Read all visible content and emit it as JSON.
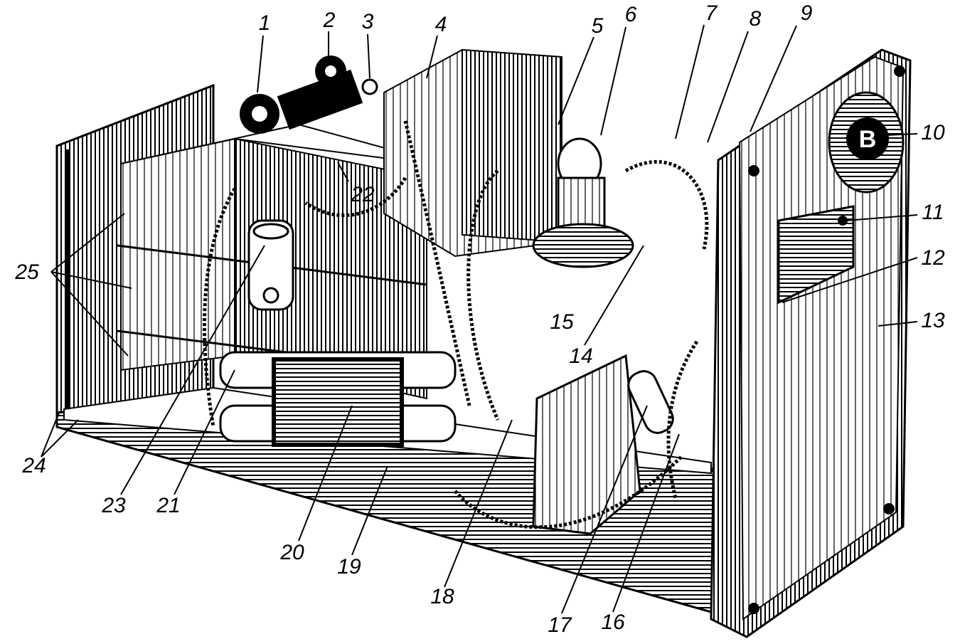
{
  "figure": {
    "background": "#ffffff",
    "ink": "#000000",
    "parts_depicted": [
      "chassis-box",
      "transformer-block",
      "top-terminals",
      "rear-transformer",
      "vacuum-tube",
      "tube-socket",
      "wiring",
      "front-panel",
      "dial-knob",
      "panel-bracket",
      "capacitor-tubes",
      "resistor",
      "lamp-holder"
    ],
    "callouts": [
      {
        "label": "1"
      },
      {
        "label": "2"
      },
      {
        "label": "3"
      },
      {
        "label": "4"
      },
      {
        "label": "5"
      },
      {
        "label": "6"
      },
      {
        "label": "7"
      },
      {
        "label": "8"
      },
      {
        "label": "9"
      },
      {
        "label": "10"
      },
      {
        "label": "11"
      },
      {
        "label": "12"
      },
      {
        "label": "13"
      },
      {
        "label": "14"
      },
      {
        "label": "15"
      },
      {
        "label": "16"
      },
      {
        "label": "17"
      },
      {
        "label": "18"
      },
      {
        "label": "19"
      },
      {
        "label": "20"
      },
      {
        "label": "21"
      },
      {
        "label": "22"
      },
      {
        "label": "23"
      },
      {
        "label": "24"
      },
      {
        "label": "25"
      }
    ],
    "dial_letter": "B"
  }
}
